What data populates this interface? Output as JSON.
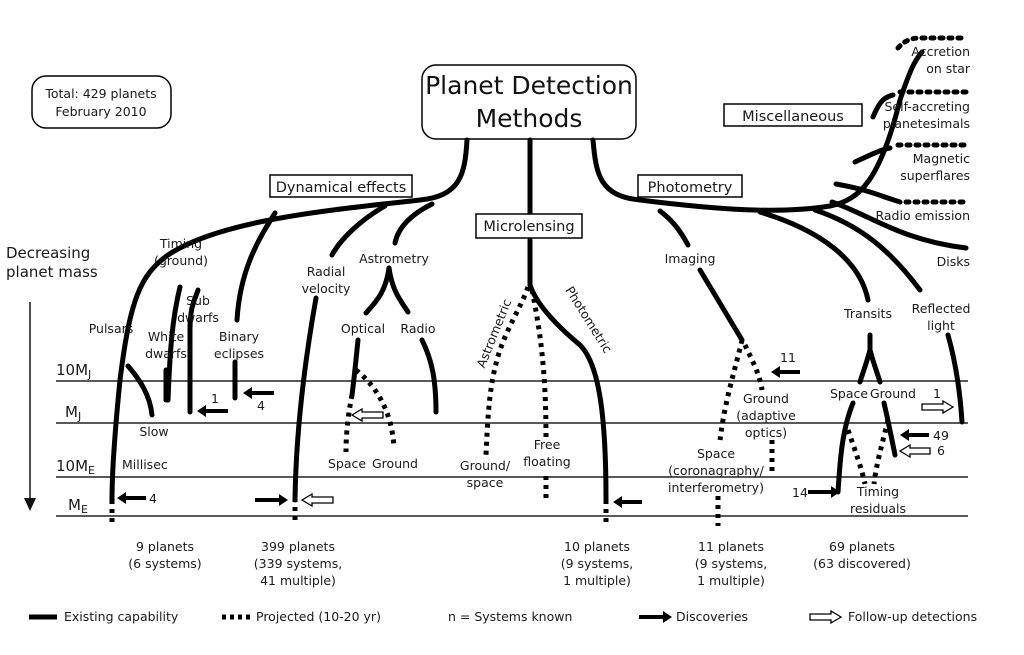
{
  "title": {
    "line1": "Planet Detection",
    "line2": "Methods"
  },
  "total_box": {
    "line1": "Total: 429 planets",
    "line2": "February 2010"
  },
  "axis": {
    "line1": "Decreasing",
    "line2": "planet mass"
  },
  "mass_levels": [
    {
      "base": "10M",
      "sub": "J"
    },
    {
      "base": "M",
      "sub": "J"
    },
    {
      "base": "10M",
      "sub": "E"
    },
    {
      "base": "M",
      "sub": "E"
    }
  ],
  "categories": {
    "dynamical": "Dynamical effects",
    "microlensing": "Microlensing",
    "photometry": "Photometry",
    "misc": "Miscellaneous"
  },
  "labels": {
    "timing_1": "Timing",
    "timing_2": "(ground)",
    "pulsars": "Pulsars",
    "white_1": "White",
    "white_2": "dwarfs",
    "sub_1": "Sub",
    "sub_2": "dwarfs",
    "binary_1": "Binary",
    "binary_2": "eclipses",
    "slow": "Slow",
    "millisec": "Millisec",
    "radial_1": "Radial",
    "radial_2": "velocity",
    "astrometry": "Astrometry",
    "optical": "Optical",
    "radio": "Radio",
    "space": "Space",
    "ground": "Ground",
    "astrometric": "Astrometric",
    "photometric": "Photometric",
    "groundspace_1": "Ground/",
    "groundspace_2": "space",
    "free_1": "Free",
    "free_2": "floating",
    "imaging": "Imaging",
    "ao_1": "Ground",
    "ao_2": "(adaptive",
    "ao_3": "optics)",
    "cor_1": "Space",
    "cor_2": "(coronagraphy/",
    "cor_3": "interferometry)",
    "transits": "Transits",
    "t_space": "Space",
    "t_ground": "Ground",
    "reflected_1": "Reflected",
    "reflected_2": "light",
    "timing_res_1": "Timing",
    "timing_res_2": "residuals",
    "accretion_1": "Accretion",
    "accretion_2": "on star",
    "selfacc_1": "Self-accreting",
    "selfacc_2": "planetesimals",
    "magnetic_1": "Magnetic",
    "magnetic_2": "superflares",
    "radio_emission": "Radio emission",
    "disks": "Disks"
  },
  "counts": {
    "sub_dwarfs": "1",
    "binary": "4",
    "pulsars": "4",
    "imaging_ao": "11",
    "reflected": "1",
    "transit_ground_disc": "49",
    "transit_ground_follow": "6",
    "transit_space": "14"
  },
  "totals": [
    {
      "line1": "9 planets",
      "line2": "(6 systems)",
      "line3": ""
    },
    {
      "line1": "399 planets",
      "line2": "(339 systems,",
      "line3": "41 multiple)"
    },
    {
      "line1": "10 planets",
      "line2": "(9 systems,",
      "line3": "1 multiple)"
    },
    {
      "line1": "11 planets",
      "line2": "(9 systems,",
      "line3": "1 multiple)"
    },
    {
      "line1": "69 planets",
      "line2": "(63 discovered)",
      "line3": ""
    }
  ],
  "legend": {
    "existing": "Existing capability",
    "projected": "Projected (10-20 yr)",
    "n_systems": "n = Systems known",
    "discoveries": "Discoveries",
    "followup": "Follow-up detections"
  }
}
